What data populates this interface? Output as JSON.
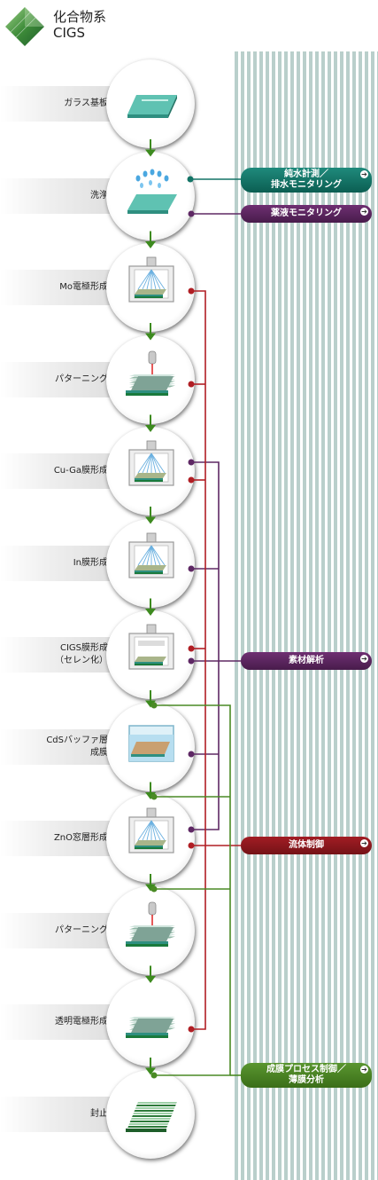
{
  "header": {
    "title_line1": "化合物系",
    "title_line2": "CIGS",
    "logo_icon": "green-diamond-logo"
  },
  "colors": {
    "stripe": "#b9cfcb",
    "teal": "#137466",
    "purple": "#5e2864",
    "red": "#b01e24",
    "green": "#4a8a25",
    "arrow": "#3d8a1f"
  },
  "steps": [
    {
      "lines": [
        "ガラス基板"
      ],
      "icon": "glass-plate-icon"
    },
    {
      "lines": [
        "洗浄"
      ],
      "icon": "cleaning-spray-icon"
    },
    {
      "lines": [
        "Mo電極形成"
      ],
      "icon": "sputter-chamber-icon"
    },
    {
      "lines": [
        "パターニング"
      ],
      "icon": "laser-patterning-icon"
    },
    {
      "lines": [
        "Cu-Ga膜形成"
      ],
      "icon": "sputter-chamber-icon"
    },
    {
      "lines": [
        "In膜形成"
      ],
      "icon": "sputter-chamber-icon"
    },
    {
      "lines": [
        "CIGS膜形成",
        "（セレン化）"
      ],
      "icon": "selenization-chamber-icon"
    },
    {
      "lines": [
        "CdSバッファ層",
        "成膜"
      ],
      "icon": "bath-deposition-icon"
    },
    {
      "lines": [
        "ZnO窓層形成"
      ],
      "icon": "sputter-chamber-icon"
    },
    {
      "lines": [
        "パターニング"
      ],
      "icon": "laser-patterning-icon"
    },
    {
      "lines": [
        "透明電極形成"
      ],
      "icon": "layered-stack-icon"
    },
    {
      "lines": [
        "封止"
      ],
      "icon": "encapsulated-panel-icon"
    }
  ],
  "labels": [
    {
      "lines": [
        "純水計測／",
        "排水モニタリング"
      ],
      "color": "teal",
      "arrow": "➔"
    },
    {
      "lines": [
        "薬液モニタリング"
      ],
      "color": "purple",
      "arrow": "➔"
    },
    {
      "lines": [
        "素材解析"
      ],
      "color": "purple",
      "arrow": "➔"
    },
    {
      "lines": [
        "流体制御"
      ],
      "color": "red",
      "arrow": "➔"
    },
    {
      "lines": [
        "成膜プロセス制御／",
        "薄膜分析"
      ],
      "color": "green",
      "arrow": "➔"
    }
  ]
}
